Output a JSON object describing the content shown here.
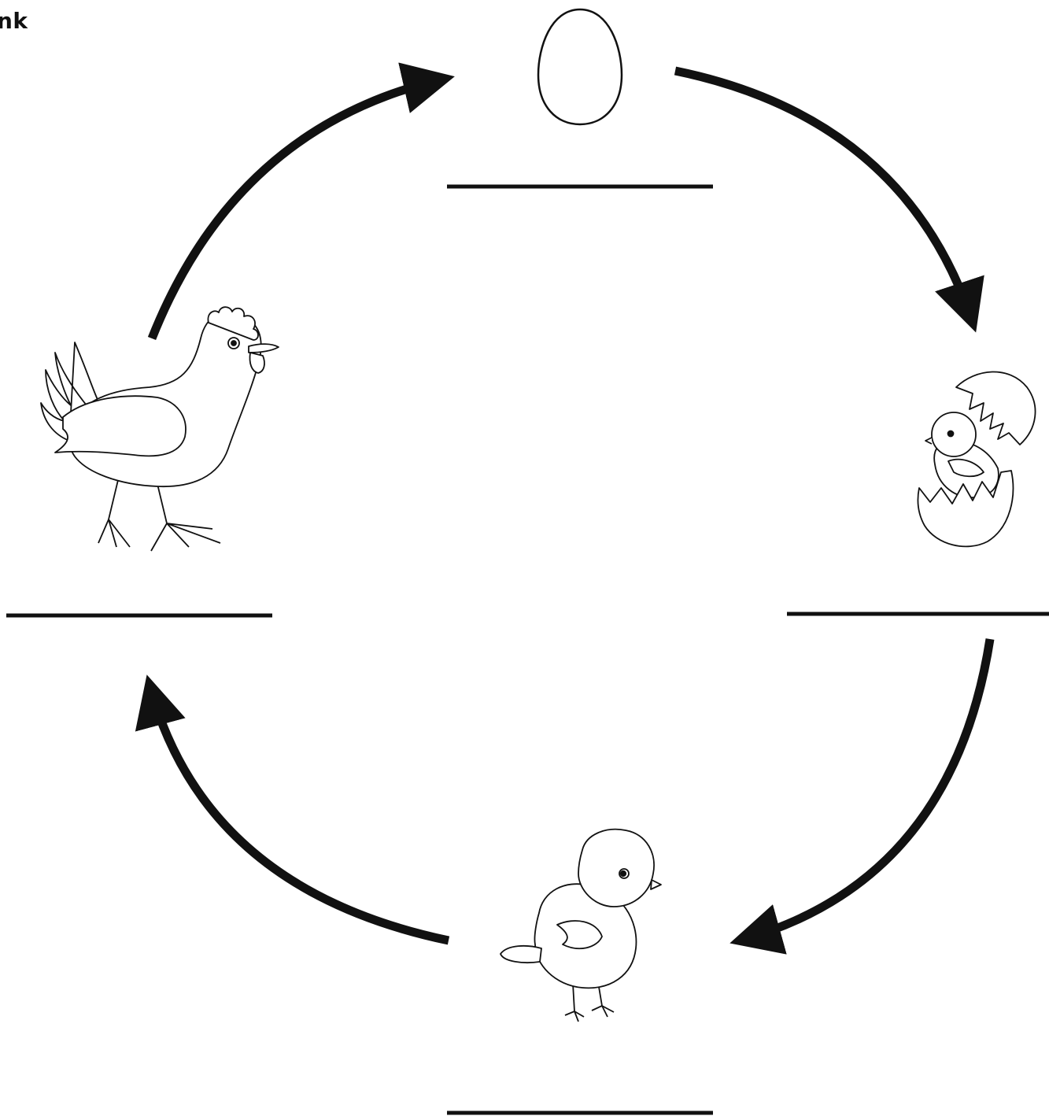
{
  "diagram": {
    "corner_label": "nk",
    "style": {
      "ink": "#111111",
      "paper": "#ffffff"
    },
    "stages": [
      {
        "id": "egg",
        "icon": "egg-icon",
        "answer": ""
      },
      {
        "id": "hatching",
        "icon": "hatching-chick-icon",
        "answer": ""
      },
      {
        "id": "chick",
        "icon": "chick-icon",
        "answer": ""
      },
      {
        "id": "hen",
        "icon": "hen-icon",
        "answer": ""
      }
    ],
    "cycle_direction": "clockwise"
  }
}
